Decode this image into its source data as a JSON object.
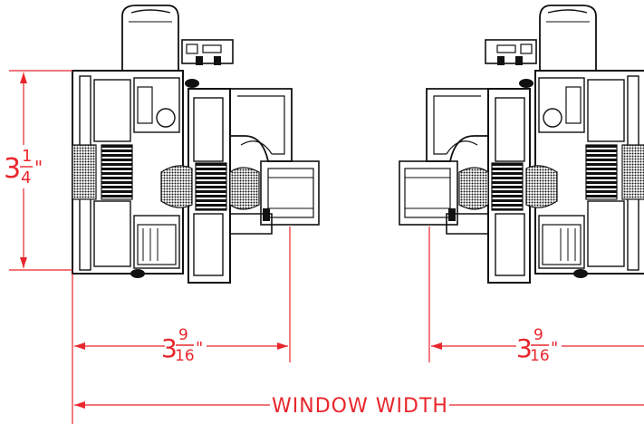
{
  "dimensions": {
    "height": {
      "whole": "3",
      "num": "1",
      "den": "4",
      "unit": "\""
    },
    "left_width": {
      "whole": "3",
      "num": "9",
      "den": "16",
      "unit": "\""
    },
    "right_width": {
      "whole": "3",
      "num": "9",
      "den": "16",
      "unit": "\""
    },
    "window_width_label": "WINDOW WIDTH"
  },
  "colors": {
    "dimension": "#e8262c",
    "linework": "#111111",
    "gasket_fill": "#2a2a2a"
  }
}
